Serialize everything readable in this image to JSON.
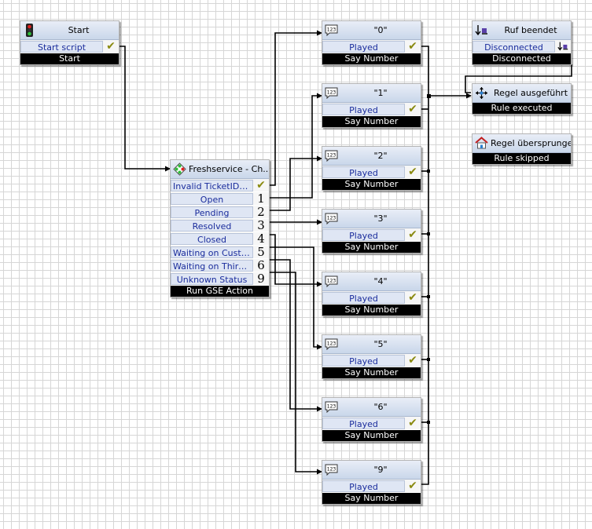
{
  "start_node": {
    "title": "Start",
    "icon": "traffic-light-icon",
    "row": "Start script",
    "footer": "Start"
  },
  "gse_node": {
    "title": "Freshservice - Ch...",
    "icon": "diamond-branch-icon",
    "footer": "Run GSE Action",
    "outputs": [
      {
        "label": "Invalid TicketID/F...",
        "marker": "check"
      },
      {
        "label": "Open",
        "marker": "1"
      },
      {
        "label": "Pending",
        "marker": "2"
      },
      {
        "label": "Resolved",
        "marker": "3"
      },
      {
        "label": "Closed",
        "marker": "4"
      },
      {
        "label": "Waiting on Custo...",
        "marker": "5"
      },
      {
        "label": "Waiting on Third ...",
        "marker": "6"
      },
      {
        "label": "Unknown Status",
        "marker": "9"
      }
    ]
  },
  "say_nodes": [
    {
      "title": "\"0\"",
      "row": "Played",
      "footer": "Say Number"
    },
    {
      "title": "\"1\"",
      "row": "Played",
      "footer": "Say Number"
    },
    {
      "title": "\"2\"",
      "row": "Played",
      "footer": "Say Number"
    },
    {
      "title": "\"3\"",
      "row": "Played",
      "footer": "Say Number"
    },
    {
      "title": "\"4\"",
      "row": "Played",
      "footer": "Say Number"
    },
    {
      "title": "\"5\"",
      "row": "Played",
      "footer": "Say Number"
    },
    {
      "title": "\"6\"",
      "row": "Played",
      "footer": "Say Number"
    },
    {
      "title": "\"9\"",
      "row": "Played",
      "footer": "Say Number"
    }
  ],
  "say_icon": "speech-123-icon",
  "ruf_node": {
    "title": "Ruf beendet",
    "icon": "hangup-arrow-icon",
    "row": "Disconnected",
    "footer": "Disconnected"
  },
  "regel_node": {
    "title": "Regel ausgeführt",
    "icon": "crosshair-arrows-icon",
    "footer": "Rule executed"
  },
  "skip_node": {
    "title": "Regel übersprungen",
    "icon": "house-icon",
    "footer": "Rule skipped"
  },
  "colors": {
    "wire": "#000000",
    "label_text": "#1a2c9c",
    "footer_bg": "#000000",
    "check": "#8a8a10"
  }
}
